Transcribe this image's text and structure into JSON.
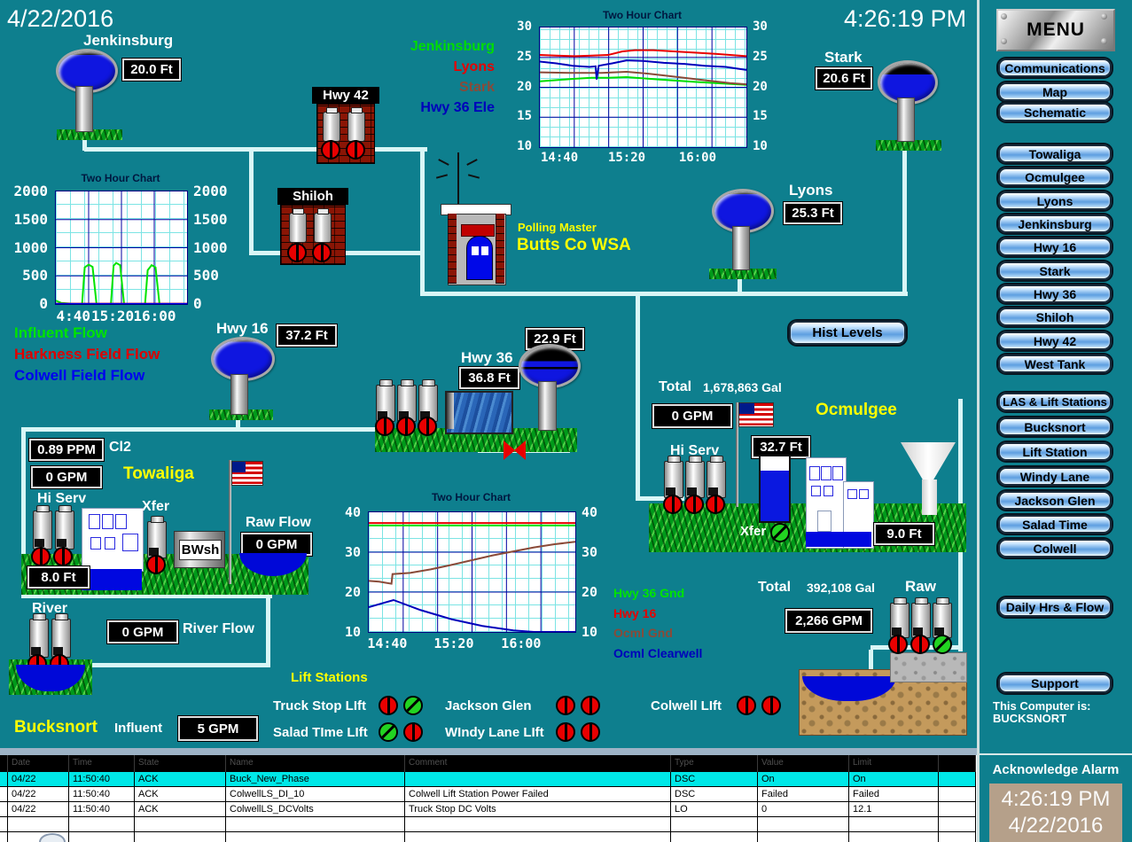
{
  "header": {
    "date": "4/22/2016",
    "time": "4:26:19 PM"
  },
  "menu": {
    "title": "MENU",
    "nav": [
      "Communications",
      "Map",
      "Schematic"
    ],
    "sites": [
      "Towaliga",
      "Ocmulgee",
      "Lyons",
      "Jenkinsburg",
      "Hwy 16",
      "Stark",
      "Hwy 36",
      "Shiloh",
      "Hwy 42",
      "West Tank"
    ],
    "lift": [
      "LAS & Lift Stations",
      "Bucksnort",
      "Lift Station",
      "Windy Lane",
      "Jackson Glen",
      "Salad Time",
      "Colwell"
    ],
    "daily": "Daily Hrs & Flow",
    "support": "Support",
    "computer_label": "This Computer is:",
    "computer_name": "BUCKSNORT"
  },
  "tanks": {
    "jenkinsburg": {
      "name": "Jenkinsburg",
      "level": "20.0 Ft"
    },
    "stark": {
      "name": "Stark",
      "level": "20.6 Ft"
    },
    "lyons": {
      "name": "Lyons",
      "level": "25.3 Ft"
    },
    "hwy16": {
      "name": "Hwy 16",
      "level": "37.2 Ft"
    },
    "hwy36": {
      "name": "Hwy 36",
      "level": "36.8 Ft"
    },
    "hwy36_ele": {
      "level": "22.9 Ft"
    }
  },
  "stations": {
    "hwy42": "Hwy 42",
    "shiloh": "Shiloh"
  },
  "polling_master": {
    "label": "Polling Master",
    "name": "Butts Co WSA"
  },
  "hist_levels_button": "Hist Levels",
  "ocmulgee": {
    "name": "Ocmulgee",
    "total_label": "Total",
    "total_value": "1,678,863 Gal",
    "inflow": "0 GPM",
    "hi_serv_label": "Hi Serv",
    "standpipe_level": "32.7 Ft",
    "xfer_label": "Xfer",
    "clearwell_level": "9.0 Ft"
  },
  "raw": {
    "total_label": "Total",
    "total_value": "392,108 Gal",
    "label": "Raw",
    "flow": "2,266 GPM"
  },
  "towaliga": {
    "name": "Towaliga",
    "cl2_value": "0.89 PPM",
    "cl2_label": "Cl2",
    "flow": "0 GPM",
    "hi_serv_label": "Hi Serv",
    "well_level": "8.0 Ft",
    "xfer_label": "Xfer",
    "bwsh_label": "BWsh",
    "raw_flow_label": "Raw Flow",
    "raw_flow": "0 GPM"
  },
  "river": {
    "label": "River",
    "flow": "0 GPM",
    "flow_label": "River Flow"
  },
  "bucksnort": {
    "name": "Bucksnort",
    "influent_label": "Influent",
    "influent": "5 GPM"
  },
  "lift_stations": {
    "title": "Lift Stations",
    "items": [
      {
        "name": "Truck Stop LIft",
        "ind": [
          "red",
          "green"
        ]
      },
      {
        "name": "Salad TIme LIft",
        "ind": [
          "green",
          "red"
        ]
      },
      {
        "name": "Jackson Glen",
        "ind": [
          "red",
          "red"
        ]
      },
      {
        "name": "WIndy Lane LIft",
        "ind": [
          "red",
          "red"
        ]
      },
      {
        "name": "Colwell LIft",
        "ind": [
          "red",
          "red"
        ]
      }
    ]
  },
  "pump_states": {
    "hwy42": [
      "red",
      "red"
    ],
    "shiloh": [
      "red",
      "red"
    ],
    "towaliga_hi_serv": [
      "red",
      "red"
    ],
    "towaliga_xfer": [
      "red"
    ],
    "river_pumps": [
      "red",
      "red"
    ],
    "hwy36_pumps": [
      "red",
      "red",
      "red"
    ],
    "ocmulgee_hi_serv": [
      "red",
      "red",
      "red"
    ],
    "ocmulgee_xfer": [
      "green"
    ],
    "raw_pumps": [
      "red",
      "red",
      "green"
    ]
  },
  "alarm_table": {
    "columns": [
      "",
      "Date",
      "Time",
      "State",
      "Name",
      "Comment",
      "Type",
      "Value",
      "Limit",
      ""
    ],
    "rows": [
      {
        "date": "04/22",
        "time": "11:50:40",
        "state": "ACK",
        "name": "Buck_New_Phase",
        "comment": "",
        "type": "DSC",
        "value": "On",
        "limit": "On"
      },
      {
        "date": "04/22",
        "time": "11:50:40",
        "state": "ACK",
        "name": "ColwellLS_DI_10",
        "comment": "Colwell Lift Station Power Failed",
        "type": "DSC",
        "value": "Failed",
        "limit": "Failed"
      },
      {
        "date": "04/22",
        "time": "11:50:40",
        "state": "ACK",
        "name": "ColwellLS_DCVolts",
        "comment": "Truck Stop DC Volts",
        "type": "LO",
        "value": "0",
        "limit": "12.1"
      }
    ]
  },
  "ack_panel": {
    "label": "Acknowledge Alarm",
    "time": "4:26:19 PM",
    "date": "4/22/2016"
  },
  "colors": {
    "background": "#0e7f8e",
    "pipe": "#d9f6f6",
    "alarm_highlight": "#00e8e8",
    "datetime_box": "#b5a08a",
    "label_yellow": "#ffff00"
  },
  "chart_data": [
    {
      "type": "line",
      "title": "Two Hour Chart",
      "ylim": [
        10,
        30
      ],
      "y_ticks": [
        10,
        15,
        20,
        25,
        30
      ],
      "grid": true,
      "legend_position": "left",
      "x_divisions": 6,
      "x_ticks": [
        {
          "label": "14:40",
          "pos": 0.099
        },
        {
          "label": "15:20",
          "pos": 0.425
        },
        {
          "label": "16:00",
          "pos": 0.768
        }
      ],
      "series": [
        {
          "name": "Jenkinsburg",
          "color": "#00dd00",
          "points": [
            [
              0,
              21.0
            ],
            [
              0.08,
              21.2
            ],
            [
              0.16,
              21.4
            ],
            [
              0.25,
              21.6
            ],
            [
              0.33,
              21.6
            ],
            [
              0.42,
              21.7
            ],
            [
              0.5,
              21.5
            ],
            [
              0.58,
              21.3
            ],
            [
              0.67,
              21.1
            ],
            [
              0.75,
              20.9
            ],
            [
              0.85,
              20.7
            ],
            [
              1,
              20.4
            ]
          ]
        },
        {
          "name": "Lyons",
          "color": "#e80000",
          "points": [
            [
              0,
              25.4
            ],
            [
              0.08,
              25.3
            ],
            [
              0.17,
              25.2
            ],
            [
              0.25,
              25.3
            ],
            [
              0.33,
              25.4
            ],
            [
              0.4,
              26.0
            ],
            [
              0.46,
              26.2
            ],
            [
              0.55,
              26.2
            ],
            [
              0.65,
              26.0
            ],
            [
              0.75,
              25.8
            ],
            [
              0.85,
              25.6
            ],
            [
              1,
              25.2
            ]
          ]
        },
        {
          "name": "Stark",
          "color": "#8a4a38",
          "points": [
            [
              0,
              22.5
            ],
            [
              0.15,
              22.4
            ],
            [
              0.3,
              22.4
            ],
            [
              0.42,
              22.6
            ],
            [
              0.52,
              22.3
            ],
            [
              0.62,
              21.9
            ],
            [
              0.72,
              21.5
            ],
            [
              0.82,
              21.1
            ],
            [
              0.92,
              20.7
            ],
            [
              1,
              20.5
            ]
          ]
        },
        {
          "name": "Hwy 36 Ele",
          "color": "#0000bb",
          "points": [
            [
              0,
              24.3
            ],
            [
              0.08,
              24.0
            ],
            [
              0.16,
              23.6
            ],
            [
              0.24,
              23.4
            ],
            [
              0.27,
              23.5
            ],
            [
              0.275,
              21.3
            ],
            [
              0.285,
              23.6
            ],
            [
              0.35,
              24.0
            ],
            [
              0.42,
              24.5
            ],
            [
              0.5,
              24.4
            ],
            [
              0.6,
              24.1
            ],
            [
              0.7,
              23.9
            ],
            [
              0.8,
              23.6
            ],
            [
              0.9,
              23.4
            ],
            [
              1,
              22.9
            ]
          ]
        }
      ]
    },
    {
      "type": "line",
      "title": "Two Hour Chart",
      "ylim": [
        0,
        2000
      ],
      "y_ticks": [
        0,
        500,
        1000,
        1500,
        2000
      ],
      "grid": true,
      "legend_position": "bottom",
      "x_divisions": 4,
      "x_ticks": [
        {
          "label": "4:40",
          "pos": 0.14
        },
        {
          "label": "15:20",
          "pos": 0.44
        },
        {
          "label": "16:00",
          "pos": 0.76
        }
      ],
      "series": [
        {
          "name": "Influent Flow",
          "color": "#00e400",
          "points": [
            [
              0,
              60
            ],
            [
              0.04,
              20
            ],
            [
              0.15,
              0
            ],
            [
              0.2,
              0
            ],
            [
              0.22,
              650
            ],
            [
              0.25,
              700
            ],
            [
              0.28,
              660
            ],
            [
              0.31,
              0
            ],
            [
              0.42,
              0
            ],
            [
              0.44,
              680
            ],
            [
              0.46,
              730
            ],
            [
              0.49,
              690
            ],
            [
              0.52,
              0
            ],
            [
              0.68,
              0
            ],
            [
              0.7,
              600
            ],
            [
              0.73,
              690
            ],
            [
              0.76,
              650
            ],
            [
              0.79,
              0
            ],
            [
              1,
              0
            ]
          ]
        },
        {
          "name": "Harkness Field Flow",
          "color": "#dd0000",
          "points": [
            [
              0,
              6
            ],
            [
              1,
              6
            ]
          ]
        },
        {
          "name": "Colwell Field Flow",
          "color": "#0000ee",
          "points": [
            [
              0,
              2
            ],
            [
              1,
              2
            ]
          ]
        }
      ]
    },
    {
      "type": "line",
      "title": "Two Hour Chart",
      "ylim": [
        10,
        40
      ],
      "y_ticks": [
        10,
        20,
        30,
        40
      ],
      "grid": true,
      "legend_position": "right",
      "x_divisions": 6,
      "x_ticks": [
        {
          "label": "14:40",
          "pos": 0.094
        },
        {
          "label": "15:20",
          "pos": 0.416
        },
        {
          "label": "16:00",
          "pos": 0.742
        }
      ],
      "series": [
        {
          "name": "Hwy 36 Gnd",
          "color": "#00e400",
          "points": [
            [
              0,
              36.7
            ],
            [
              1,
              36.7
            ]
          ]
        },
        {
          "name": "Hwy 16",
          "color": "#e80000",
          "points": [
            [
              0,
              37.3
            ],
            [
              1,
              37.3
            ]
          ]
        },
        {
          "name": "Ocml Gnd",
          "color": "#8a4a38",
          "points": [
            [
              0,
              22.8
            ],
            [
              0.05,
              22.6
            ],
            [
              0.11,
              22.1
            ],
            [
              0.115,
              24.5
            ],
            [
              0.2,
              24.8
            ],
            [
              0.3,
              25.7
            ],
            [
              0.4,
              26.8
            ],
            [
              0.5,
              28.0
            ],
            [
              0.6,
              29.2
            ],
            [
              0.7,
              30.2
            ],
            [
              0.8,
              31.2
            ],
            [
              0.9,
              32.0
            ],
            [
              1,
              32.6
            ]
          ]
        },
        {
          "name": "Ocml Clearwell",
          "color": "#0000bb",
          "points": [
            [
              0,
              16.2
            ],
            [
              0.12,
              18.0
            ],
            [
              0.25,
              15.5
            ],
            [
              0.4,
              13.2
            ],
            [
              0.55,
              11.5
            ],
            [
              0.7,
              10.4
            ],
            [
              0.8,
              10.0
            ],
            [
              1,
              10.0
            ]
          ]
        }
      ]
    }
  ]
}
